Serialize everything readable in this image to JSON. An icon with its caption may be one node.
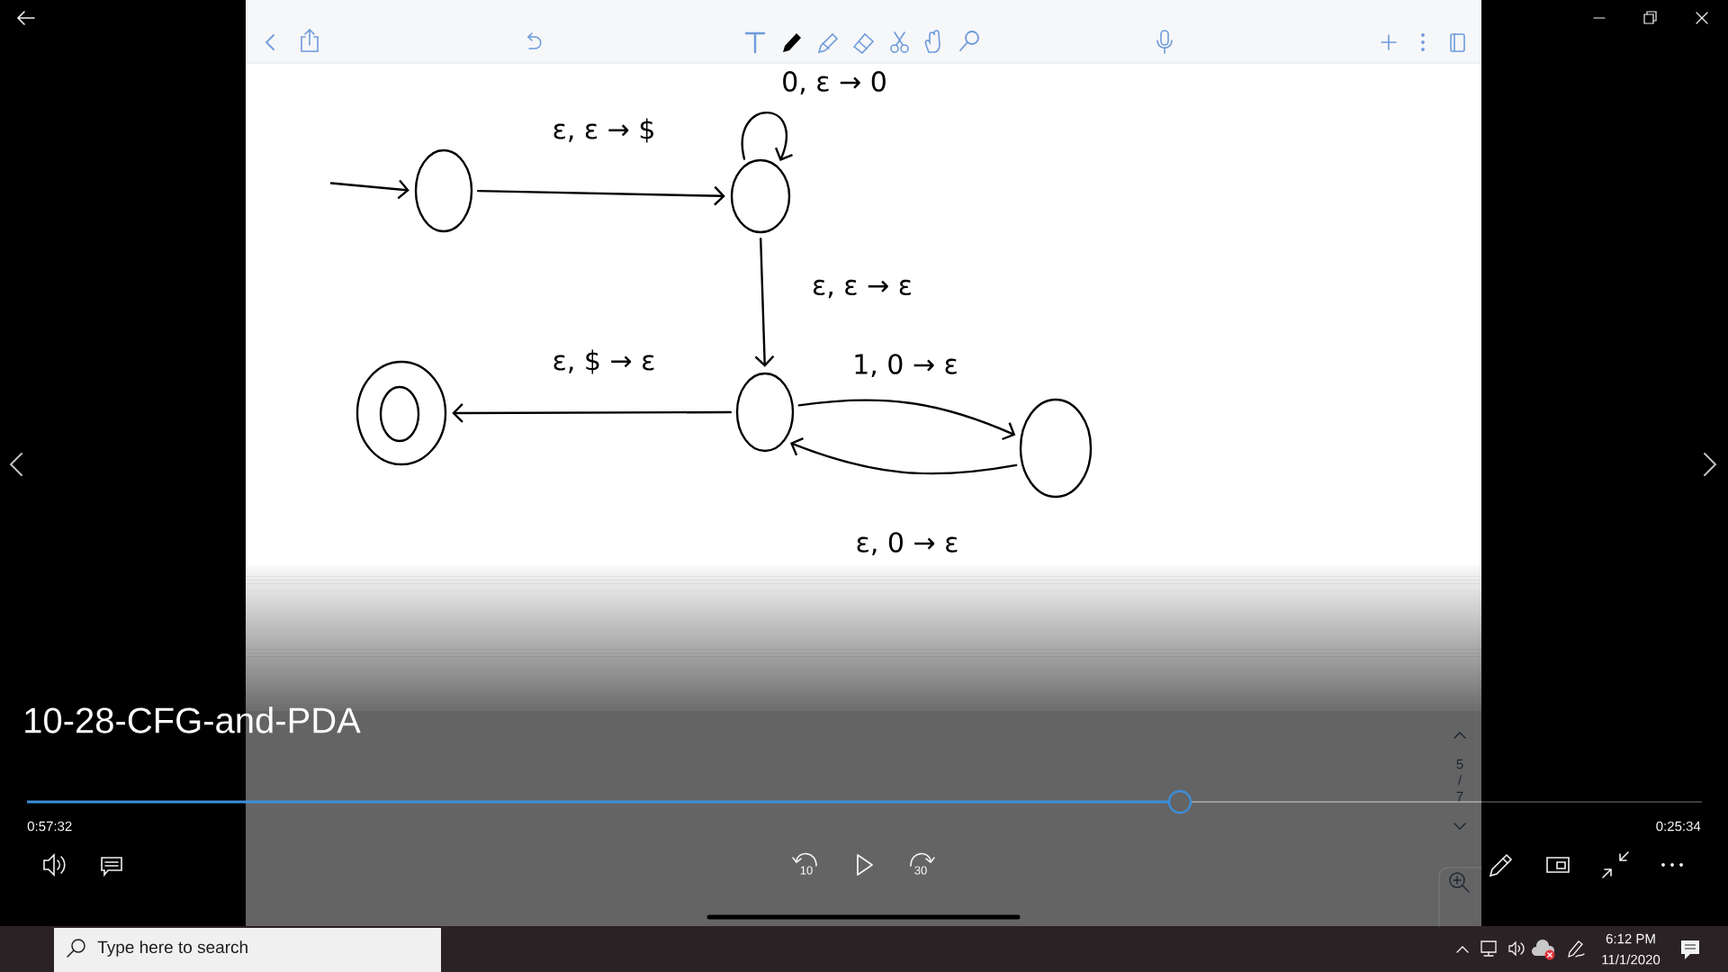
{
  "diagram": {
    "title": "10-28-CFG-and-PDA",
    "nodes": [
      {
        "text": [],
        "shape": "circle"
      },
      {
        "text": [],
        "shape": "circle"
      },
      {
        "text": [],
        "shape": "circle"
      },
      {
        "text": [],
        "shape": "circle",
        "in": 2
      },
      {
        "text": [],
        "shape": "circle"
      },
      {
        "text": [],
        "shape": "circle"
      }
    ],
    "edges": [
      {
        "from": null,
        "to": 0,
        "arrow": "to"
      },
      {
        "from": 0,
        "to": 1,
        "arrow": "to",
        "label": "ε, ε → $"
      },
      {
        "from": 1,
        "to": 1,
        "arrow": "to",
        "label": "0, ε → 0"
      },
      {
        "from": 1,
        "to": 4,
        "arrow": "to",
        "label": "ε, ε → ε"
      },
      {
        "from": 4,
        "to": 2,
        "arrow": "to",
        "label": "ε, $ → ε"
      },
      {
        "from": 4,
        "to": 5,
        "arrow": "to",
        "label": "1, 0 → ε"
      },
      {
        "from": 5,
        "to": 4,
        "arrow": "to",
        "label": "ε, 0 → ε"
      }
    ],
    "labels": [
      "5 / 7",
      "0:57:32",
      "0:25:34",
      "10",
      "30",
      "Type here to search",
      "6:12 PM",
      "11/1/2020"
    ]
  }
}
